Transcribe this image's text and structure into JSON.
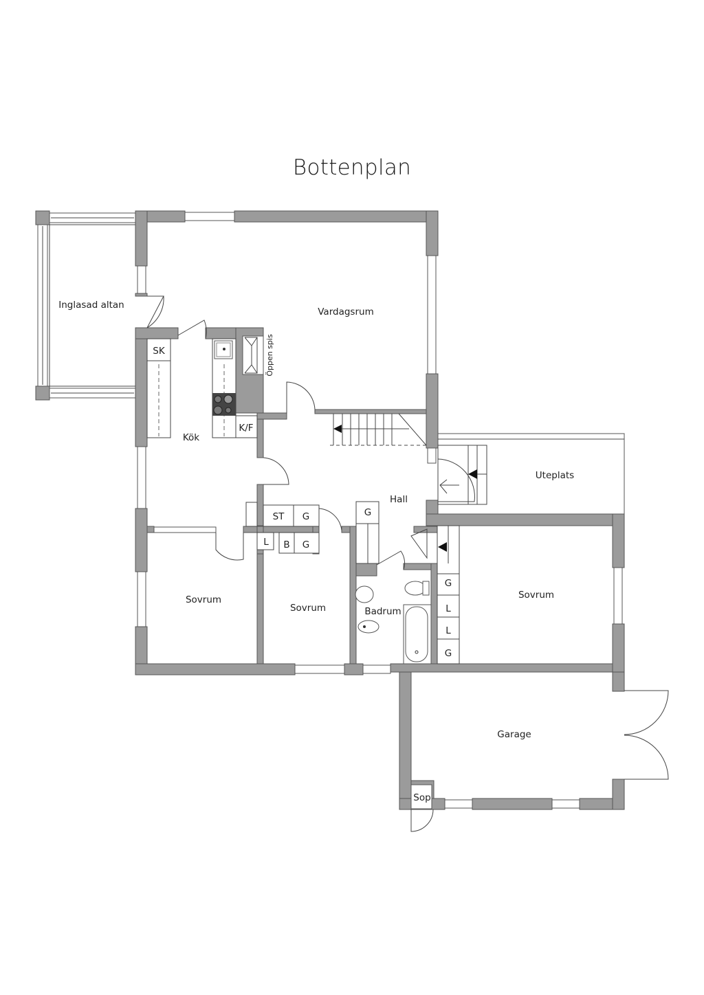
{
  "title": "Bottenplan",
  "rooms": {
    "inglasad_altan": "Inglasad altan",
    "vardagsrum": "Vardagsrum",
    "oppen_spis": "Öppen spis",
    "kok": "Kök",
    "hall": "Hall",
    "uteplats": "Uteplats",
    "sovrum_1": "Sovrum",
    "sovrum_2": "Sovrum",
    "sovrum_3": "Sovrum",
    "badrum": "Badrum",
    "garage": "Garage",
    "sop": "Sop"
  },
  "storage": {
    "sk": "SK",
    "kf": "K/F",
    "st": "ST",
    "g_hall_1": "G",
    "g_hall_2": "G",
    "l_1": "L",
    "b": "B",
    "g_2": "G",
    "g_east_1": "G",
    "l_east_1": "L",
    "l_east_2": "L",
    "g_east_2": "G"
  },
  "colors": {
    "wall": "#9b9b9b",
    "line": "#444444",
    "background": "#ffffff"
  }
}
